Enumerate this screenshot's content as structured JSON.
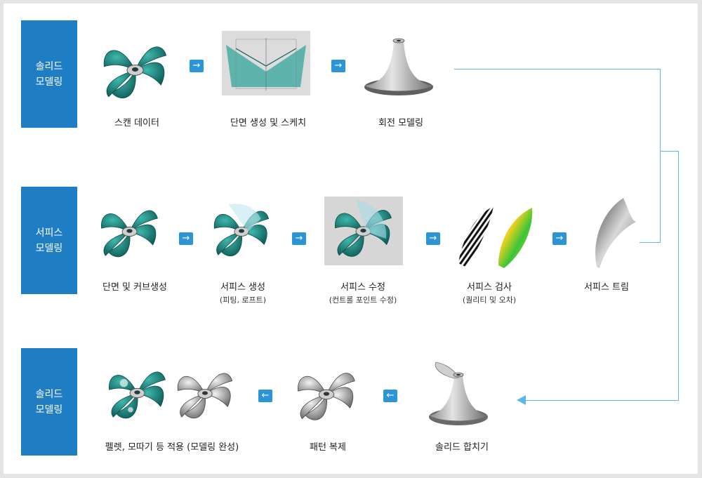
{
  "stages": [
    {
      "line1": "솔리드",
      "line2": "모델링"
    },
    {
      "line1": "서피스",
      "line2": "모델링"
    },
    {
      "line1": "솔리드",
      "line2": "모델링"
    }
  ],
  "row1": {
    "scan": "스캔 데이터",
    "section": "단면 생성 및 스케치",
    "revolve": "회전 모델링"
  },
  "row2": {
    "curves": "단면 및 커브생성",
    "surface_create": "서피스 생성",
    "surface_create_sub": "(피팅, 로프트)",
    "surface_edit": "서피스 수정",
    "surface_edit_sub": "(컨트롤 포인트 수정)",
    "surface_check": "서피스 검사",
    "surface_check_sub": "(퀄리티 및 오차)",
    "surface_trim": "서피스 트림"
  },
  "row3": {
    "merge": "솔리드 합치기",
    "pattern": "패턴 복제",
    "final": "펠렛, 모따기 등 적용 (모델링 완성)"
  },
  "arrows": {
    "right": "→",
    "left": "←"
  },
  "colors": {
    "accent": "#1f7ec3",
    "arrow": "#2c95d6",
    "connector": "#5fb8e3",
    "teal": "#1f8f88"
  }
}
